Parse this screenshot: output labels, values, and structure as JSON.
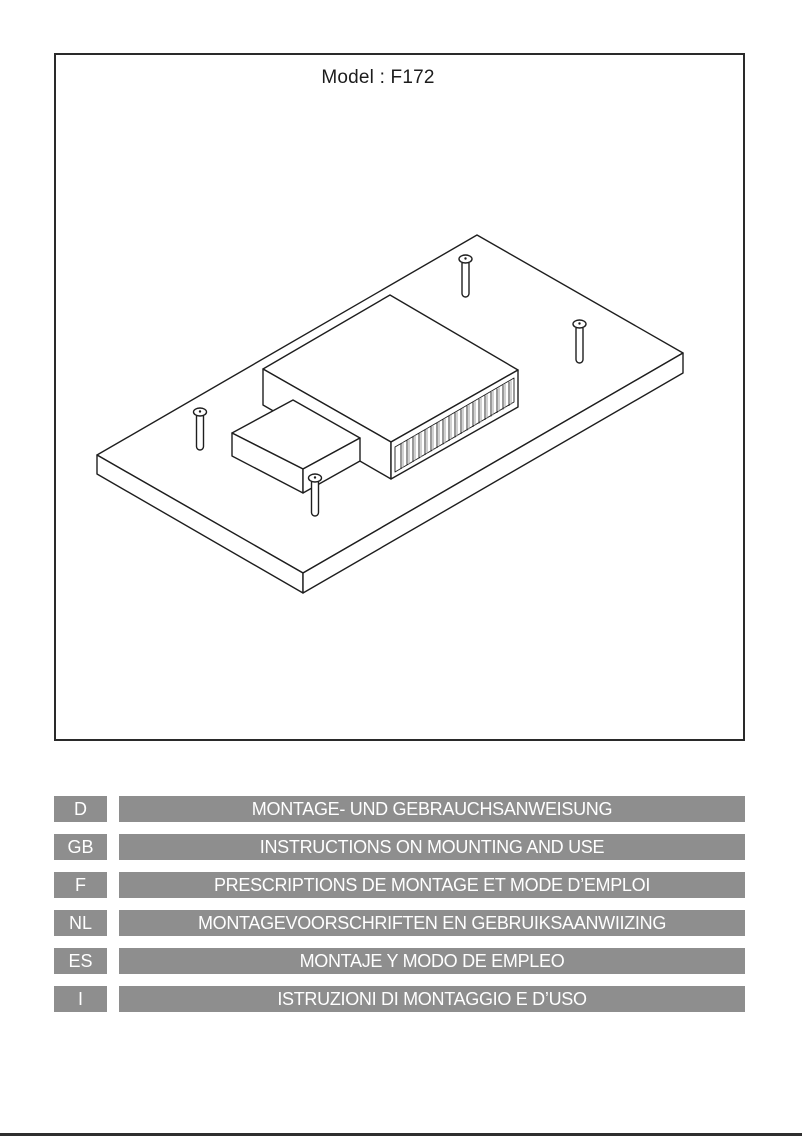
{
  "cover": {
    "model_label": "Model : F172",
    "illustration": "isometric-line-drawing-of-mounting-board-with-two-boxes-and-four-screws"
  },
  "languages": [
    {
      "code": "D",
      "title": "MONTAGE- UND GEBRAUCHSANWEISUNG"
    },
    {
      "code": "GB",
      "title": "INSTRUCTIONS ON MOUNTING AND USE"
    },
    {
      "code": "F",
      "title": "PRESCRIPTIONS DE MONTAGE ET MODE D’EMPLOI"
    },
    {
      "code": "NL",
      "title": "MONTAGEVOORSCHRIFTEN EN GEBRUIKSAANWIIZING"
    },
    {
      "code": "ES",
      "title": "MONTAJE Y MODO DE EMPLEO"
    },
    {
      "code": "I",
      "title": "ISTRUZIONI DI MONTAGGIO E D’USO"
    }
  ],
  "colors": {
    "bar_background": "#8e8e8e",
    "bar_text": "#ffffff",
    "frame_border": "#2a2a2a",
    "line_art": "#1e1e1e"
  }
}
